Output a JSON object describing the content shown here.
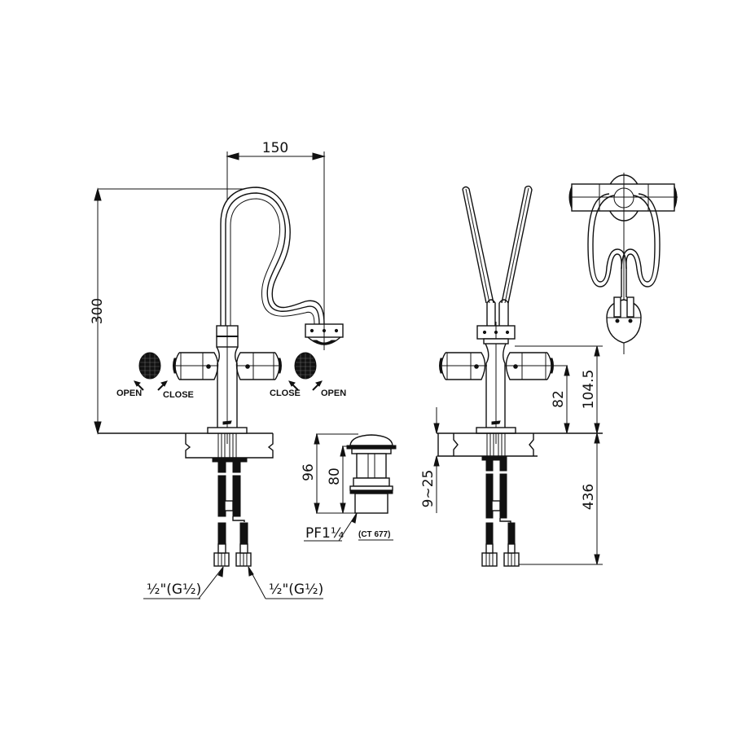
{
  "drawing": {
    "title": "Faucet technical drawing",
    "dimensions": {
      "spout_reach": "150",
      "total_height": "300",
      "handle_height": "82",
      "body_height": "104.5",
      "deck_thickness": "9~25",
      "hose_length": "436",
      "drain_total_height": "96",
      "drain_body_height": "80"
    },
    "labels": {
      "left_open": "OPEN",
      "left_close": "CLOSE",
      "right_close": "CLOSE",
      "right_open": "OPEN"
    },
    "callouts": {
      "inlet_left_main": "½\"",
      "inlet_left_sub": "(G½)",
      "inlet_right_main": "½\"",
      "inlet_right_sub": "(G½)",
      "drain_thread": "PF1¼",
      "drain_model": "(CT 677)"
    },
    "colors": {
      "line": "#111111",
      "background": "#ffffff"
    }
  }
}
